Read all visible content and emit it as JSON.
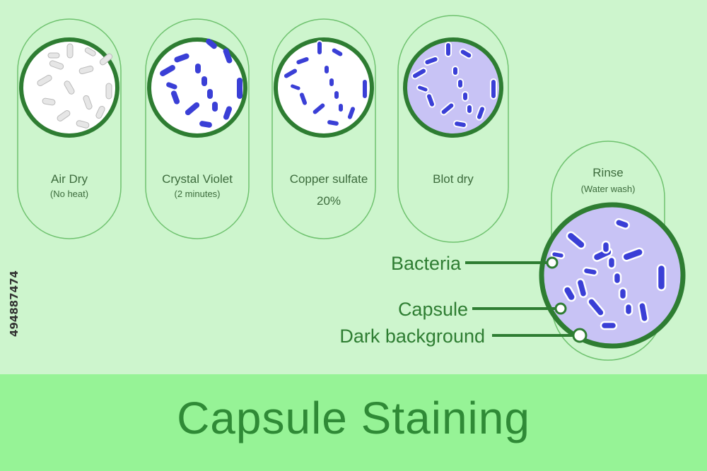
{
  "steps": [
    {
      "name": "Air Dry",
      "detail": "(No heat)"
    },
    {
      "name": "Crystal Violet",
      "detail": "(2 minutes)"
    },
    {
      "name": "Copper sulfate",
      "detail": "20%"
    },
    {
      "name": "Blot dry",
      "detail": ""
    },
    {
      "name": "Rinse",
      "detail": "(Water wash)"
    }
  ],
  "callouts": {
    "bacteria": "Bacteria",
    "capsule": "Capsule",
    "background": "Dark background"
  },
  "title": "Capsule Staining",
  "stock_id": "494887474",
  "colors": {
    "page_background": "#cdf5cd",
    "banner": "#96f396",
    "outline": "#2e7d32",
    "bacteria_blue": "#3a3fd6",
    "unstained_gray": "#d9d9d9",
    "dark_background": "#c8c3f5"
  }
}
